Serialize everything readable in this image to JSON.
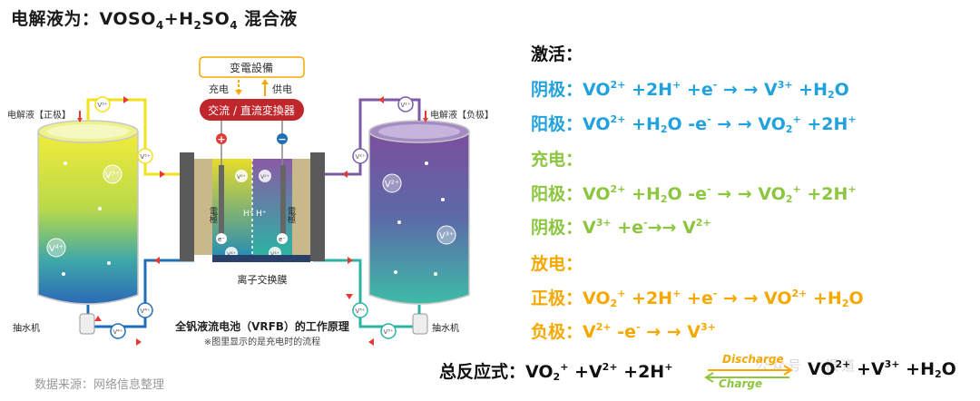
{
  "title": {
    "pre": "电解液为：VOSO",
    "sub1": "4",
    "mid": "+H",
    "sub2": "2",
    "mid2": "SO",
    "sub3": "4",
    "post": " 混合液"
  },
  "source": "数据来源：网络信息整理",
  "diagram": {
    "equipment": "变電設備",
    "charge": "充电",
    "supply": "供电",
    "converter": "交流 / 直流変換器",
    "plus": "+",
    "minus": "−",
    "left_tank": "电解液【正极】",
    "right_tank": "电解液【负极】",
    "pump": "抽水机",
    "membrane": "离子交换膜",
    "electrode": "電極",
    "hplus": "H⁺",
    "eminus": "e⁻",
    "caption": "全钒液流电池（VRFB）的工作原理",
    "note": "※图里显示的是充电时的流程",
    "ions": {
      "v5": "V⁵⁺",
      "v4": "V⁴⁺",
      "v2": "V²⁺",
      "v3": "V³⁺"
    }
  },
  "equations": {
    "activation_header": "激活：",
    "act1": {
      "label": "阴极：",
      "a": "VO",
      "a_sup": "2+",
      "b": " +2H",
      "b_sup": "+",
      "c": " +e",
      "c_sup": "-",
      "d": " → → V",
      "d_sup": "3+",
      "e": " +H",
      "e_sub": "2",
      "f": "O"
    },
    "act2": {
      "label": "阳极：",
      "a": "VO",
      "a_sup": "2+",
      "b": " +H",
      "b_sub": "2",
      "c": "O -e",
      "c_sup": "-",
      "d": " → → VO",
      "d_sub": "2",
      "d_sup": "+",
      "e": " +2H",
      "e_sup": "+"
    },
    "charge_header": "充电：",
    "ch1": {
      "label": "阳极：",
      "a": "VO",
      "a_sup": "2+",
      "b": " +H",
      "b_sub": "2",
      "c": "O -e",
      "c_sup": "-",
      "d": " → → VO",
      "d_sub": "2",
      "d_sup": "+",
      "e": " +2H",
      "e_sup": "+"
    },
    "ch2": {
      "label": "阴极：",
      "a": "V",
      "a_sup": "3+",
      "b": " +e",
      "b_sup": "-",
      "c": "→→ V",
      "c_sup": "2+"
    },
    "discharge_header": "放电：",
    "dis1": {
      "label": "正极：",
      "a": "VO",
      "a_sub": "2",
      "a_sup": "+",
      "b": " +2H",
      "b_sup": "+",
      "c": " +e",
      "c_sup": "-",
      "d": " → → VO",
      "d_sup": "2+",
      "e": " +H",
      "e_sub": "2",
      "f": "O"
    },
    "dis2": {
      "label": "负极：",
      "a": "V",
      "a_sup": "2+",
      "b": " -e",
      "b_sup": "-",
      "c": " → → V",
      "c_sup": "3+"
    }
  },
  "total": {
    "label": "总反应式：",
    "a": "VO",
    "a_sub": "2",
    "a_sup": "+",
    "b": " +V",
    "b_sup": "2+",
    "c": " +2H",
    "c_sup": "+",
    "discharge": "Discharge",
    "charge": "Charge",
    "r1": "VO",
    "r1_sup": "2+",
    "r2": " +V",
    "r2_sup": "3+",
    "r3": " +H",
    "r3_sub": "2",
    "r4": "O"
  },
  "watermark": "公众号 · 报道",
  "colors": {
    "blue": "#22a2dc",
    "green": "#8cc63f",
    "orange": "#f5a800",
    "purple": "#7b5aa6",
    "teal": "#2bb3a3",
    "red": "#e53935"
  }
}
